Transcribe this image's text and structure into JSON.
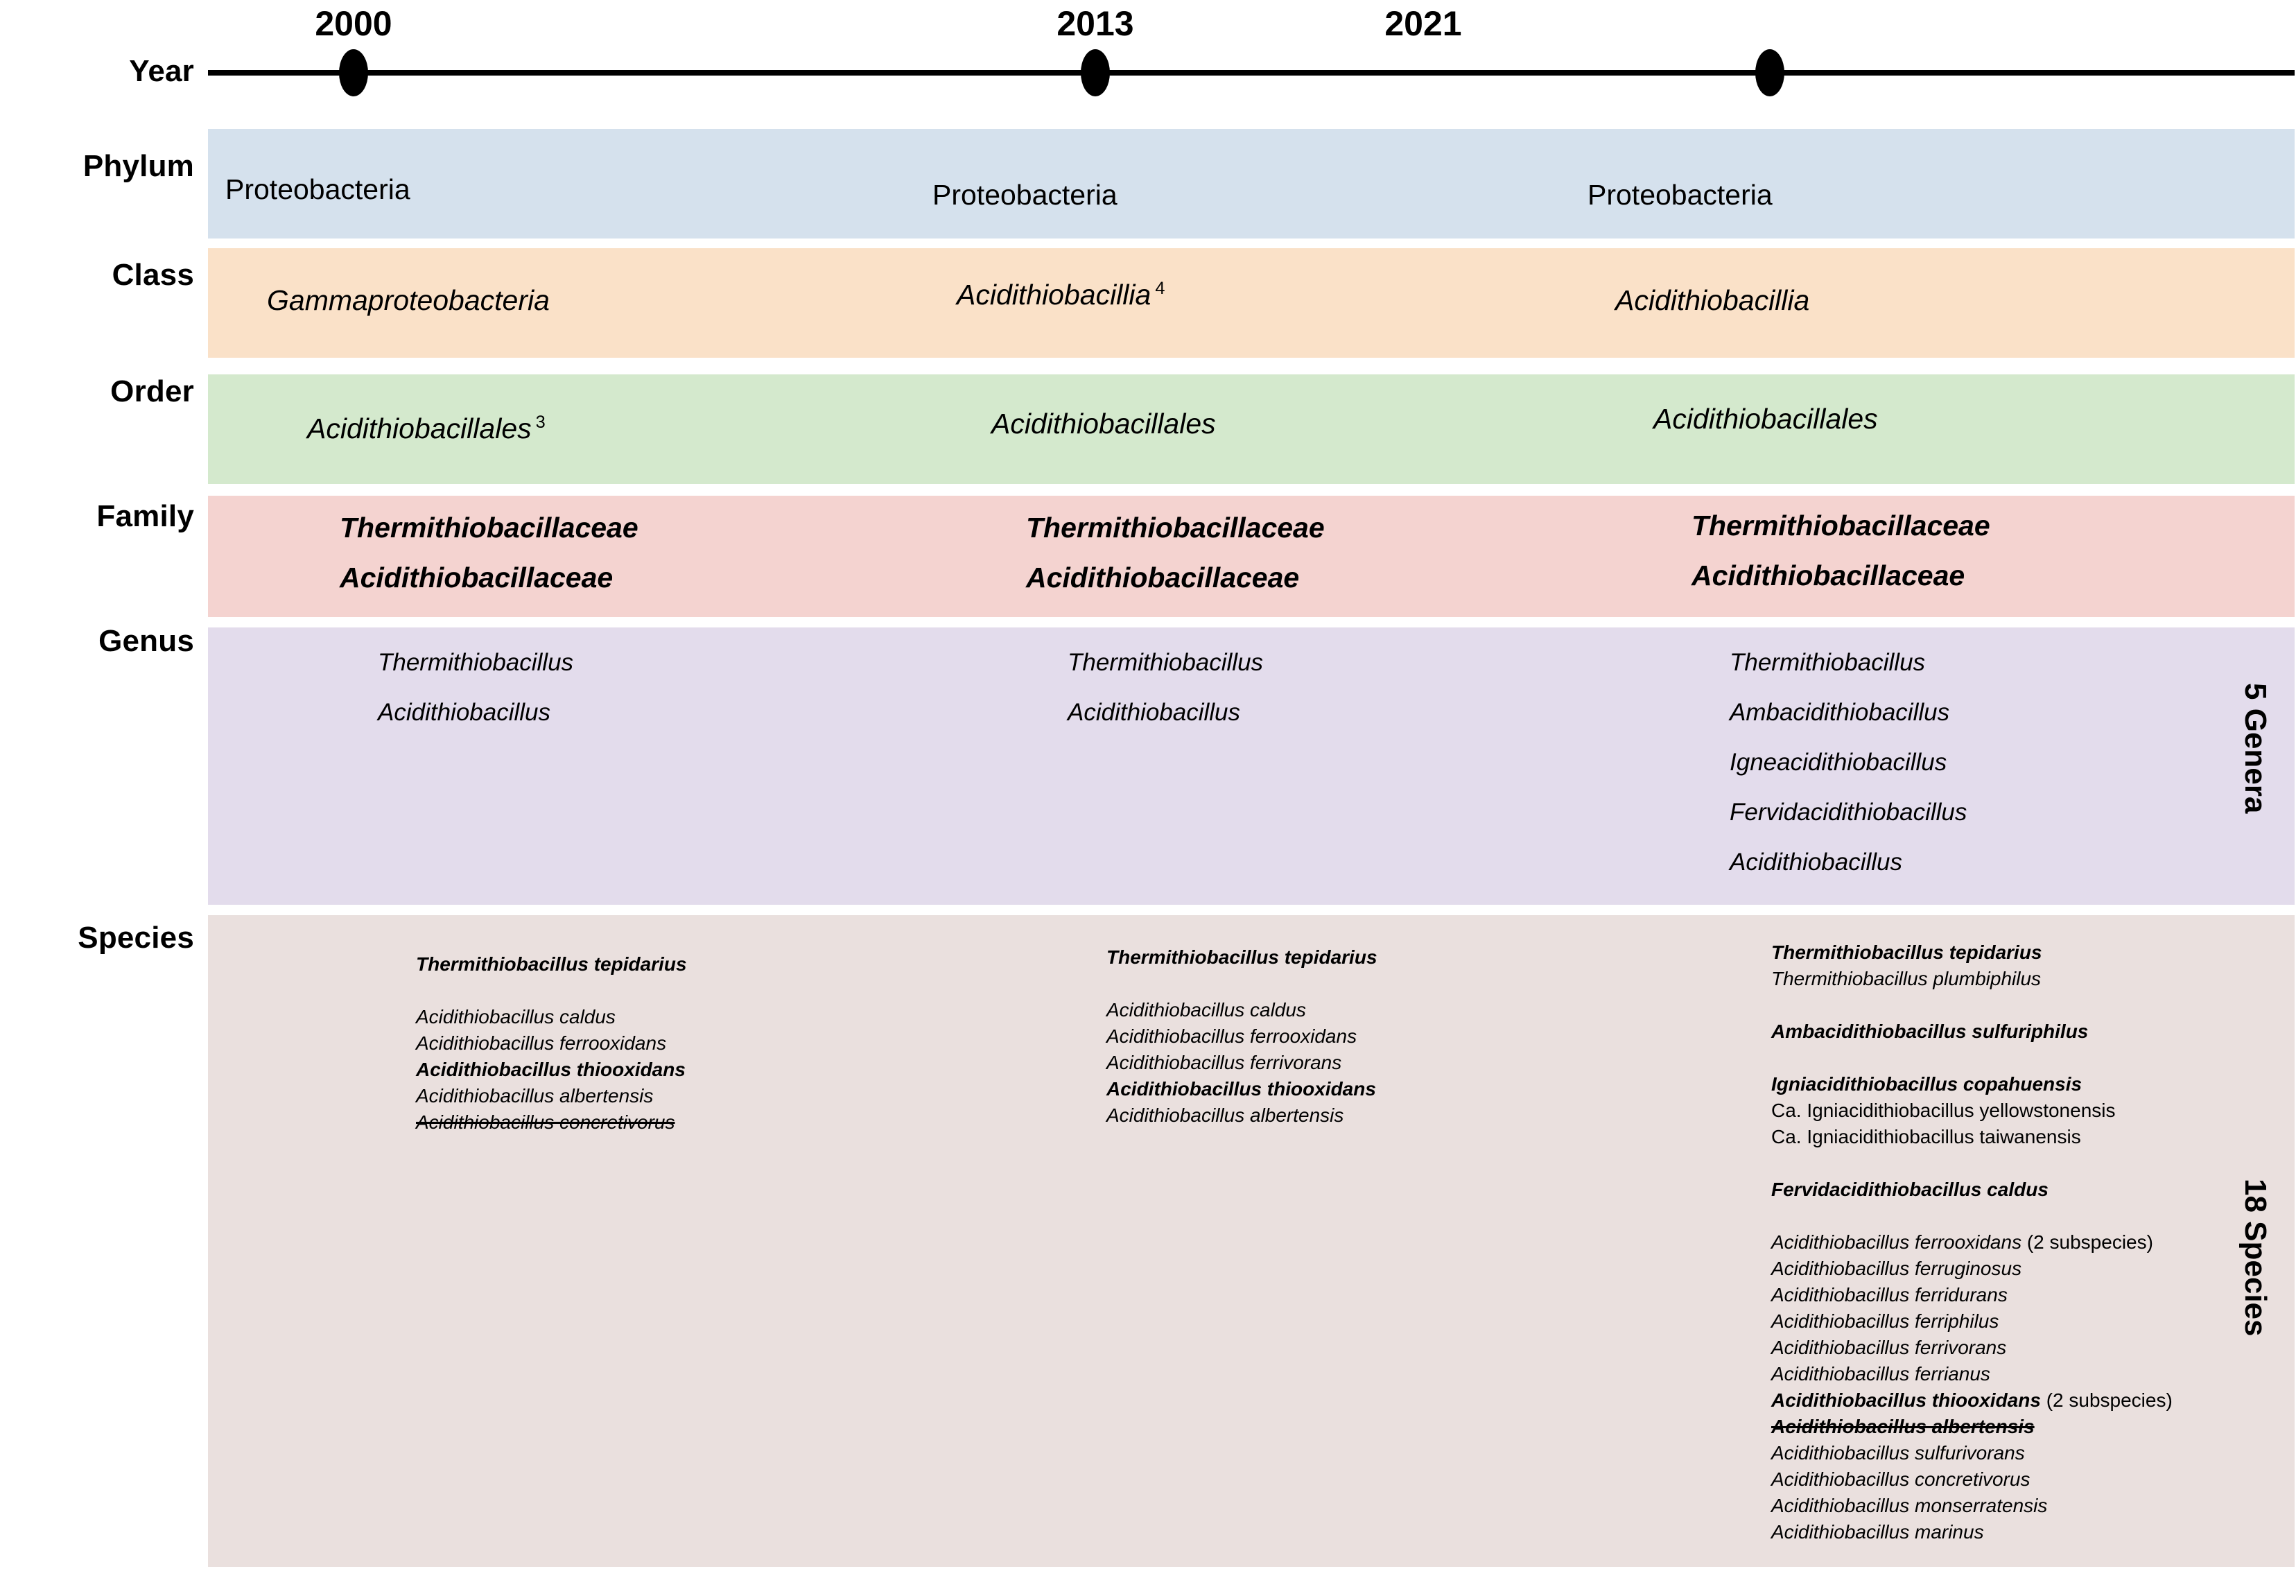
{
  "timeline": {
    "row_label": "Year",
    "years": [
      "2000",
      "2013",
      "2021"
    ]
  },
  "ranks": {
    "phylum": "Phylum",
    "class": "Class",
    "order": "Order",
    "family": "Family",
    "genus": "Genus",
    "species": "Species"
  },
  "side_labels": {
    "genera": "5 Genera",
    "species": "18 Species"
  },
  "colors": {
    "phylum": "#d5e1ed",
    "class": "#fae1c8",
    "order": "#d4e9cd",
    "family": "#f4d3d0",
    "genus": "#e3dcec",
    "species": "#eae0de",
    "axis": "#000000"
  },
  "rows": {
    "phylum": {
      "y2000": "Proteobacteria",
      "y2013": "Proteobacteria",
      "y2021": "Proteobacteria"
    },
    "class": {
      "y2000": "Gammaproteobacteria",
      "y2013": "Acidithiobacillia",
      "y2013_sup": "4",
      "y2021": "Acidithiobacillia"
    },
    "order": {
      "y2000": "Acidithiobacillales",
      "y2000_sup": "3",
      "y2013": "Acidithiobacillales",
      "y2021": "Acidithiobacillales"
    },
    "family": {
      "y2000": [
        "Thermithiobacillaceae",
        "Acidithiobacillaceae"
      ],
      "y2013": [
        "Thermithiobacillaceae",
        "Acidithiobacillaceae"
      ],
      "y2021": [
        "Thermithiobacillaceae",
        "Acidithiobacillaceae"
      ]
    },
    "genus": {
      "y2000": [
        "Thermithiobacillus",
        "Acidithiobacillus"
      ],
      "y2013": [
        "Thermithiobacillus",
        "Acidithiobacillus"
      ],
      "y2021": [
        "Thermithiobacillus",
        "Ambacidithiobacillus",
        "Igneacidithiobacillus",
        "Fervidacidithiobacillus",
        "Acidithiobacillus"
      ]
    },
    "species": {
      "y2000": [
        {
          "text": "Thermithiobacillus tepidarius",
          "style": "bold-italic"
        },
        {
          "text": "",
          "style": "spacer"
        },
        {
          "text": "Acidithiobacillus caldus",
          "style": "italic"
        },
        {
          "text": "Acidithiobacillus ferrooxidans",
          "style": "italic"
        },
        {
          "text": "Acidithiobacillus thiooxidans",
          "style": "bold-italic"
        },
        {
          "text": "Acidithiobacillus albertensis",
          "style": "italic"
        },
        {
          "text": "Acidithiobacillus concretivorus",
          "style": "italic-strikethrough"
        }
      ],
      "y2013": [
        {
          "text": "Thermithiobacillus tepidarius",
          "style": "bold-italic"
        },
        {
          "text": "",
          "style": "spacer"
        },
        {
          "text": "Acidithiobacillus caldus",
          "style": "italic"
        },
        {
          "text": "Acidithiobacillus ferrooxidans",
          "style": "italic"
        },
        {
          "text": "Acidithiobacillus ferrivorans",
          "style": "italic"
        },
        {
          "text": "Acidithiobacillus thiooxidans",
          "style": "bold-italic"
        },
        {
          "text": "Acidithiobacillus albertensis",
          "style": "italic"
        }
      ],
      "y2021": [
        {
          "text": "Thermithiobacillus tepidarius",
          "style": "bold-italic"
        },
        {
          "text": "Thermithiobacillus plumbiphilus",
          "style": "italic"
        },
        {
          "text": "",
          "style": "spacer"
        },
        {
          "text": "Ambacidithiobacillus sulfuriphilus",
          "style": "bold-italic"
        },
        {
          "text": "",
          "style": "spacer"
        },
        {
          "text": "Igniacidithiobacillus copahuensis",
          "style": "bold-italic"
        },
        {
          "text": "Ca. Igniacidithiobacillus yellowstonensis",
          "style": "upright"
        },
        {
          "text": "Ca. Igniacidithiobacillus taiwanensis",
          "style": "upright"
        },
        {
          "text": "",
          "style": "spacer"
        },
        {
          "text": "Fervidacidithiobacillus caldus",
          "style": "bold-italic"
        },
        {
          "text": "",
          "style": "spacer"
        },
        {
          "text": "Acidithiobacillus ferrooxidans",
          "style": "italic",
          "suffix": " (2 subspecies)"
        },
        {
          "text": "Acidithiobacillus ferruginosus",
          "style": "italic"
        },
        {
          "text": "Acidithiobacillus ferridurans",
          "style": "italic"
        },
        {
          "text": "Acidithiobacillus ferriphilus",
          "style": "italic"
        },
        {
          "text": "Acidithiobacillus ferrivorans",
          "style": "italic"
        },
        {
          "text": "Acidithiobacillus ferrianus",
          "style": "italic"
        },
        {
          "text": "Acidithiobacillus thiooxidans",
          "style": "bold-italic",
          "suffix": " (2 subspecies)"
        },
        {
          "text": "Acidithiobacillus albertensis",
          "style": "bold-italic-strikethrough"
        },
        {
          "text": "Acidithiobacillus sulfurivorans",
          "style": "italic"
        },
        {
          "text": "Acidithiobacillus concretivorus",
          "style": "italic"
        },
        {
          "text": "Acidithiobacillus monserratensis",
          "style": "italic"
        },
        {
          "text": "Acidithiobacillus marinus",
          "style": "italic"
        }
      ]
    }
  }
}
